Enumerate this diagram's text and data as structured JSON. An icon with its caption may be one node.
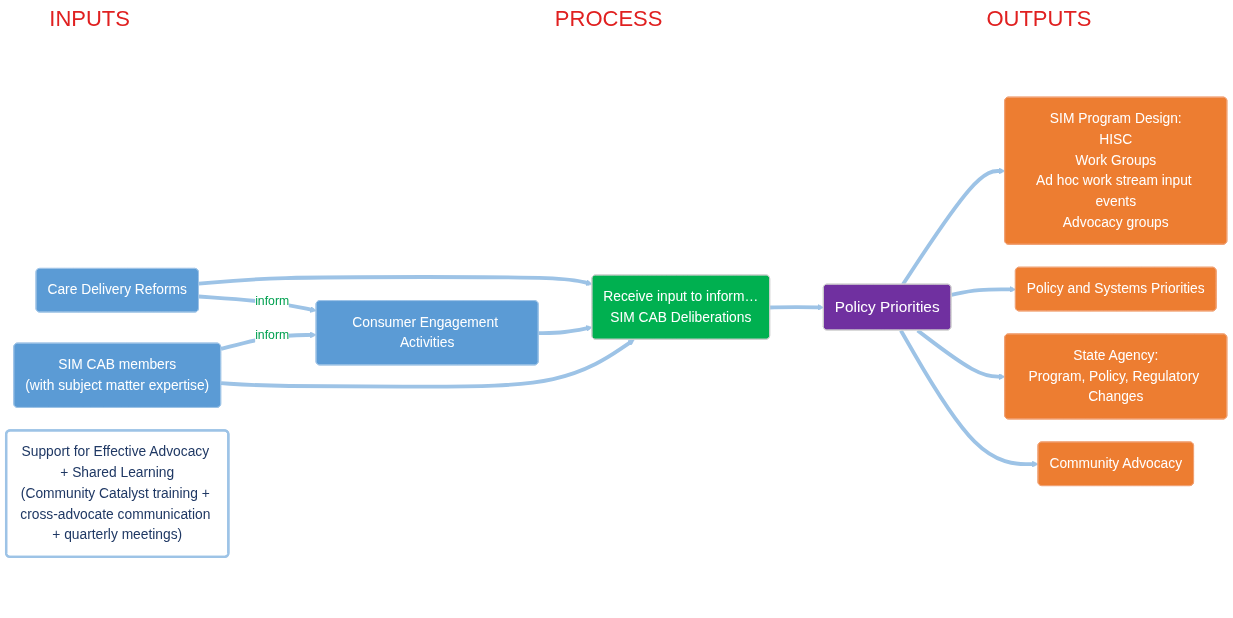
{
  "diagram": {
    "nodes": [
      {
        "text": [
          "Care Delivery Reforms"
        ]
      },
      {
        "text": [
          "Consumer Engagement Activities"
        ]
      },
      {
        "text": [
          "SIM CAB members",
          "(with subject matter expertise)"
        ]
      },
      {
        "text": [
          "Receive input to inform…",
          "SIM CAB Deliberations"
        ]
      },
      {
        "text": [
          "Policy Priorities"
        ]
      },
      {
        "text": [
          "SIM Program Design:",
          "HISC",
          "Work Groups",
          "Ad hoc work stream input events",
          "Advocacy groups"
        ]
      },
      {
        "text": [
          "Policy and Systems Priorities"
        ]
      },
      {
        "text": [
          "State Agency:",
          "Program, Policy, Regulatory Changes"
        ]
      },
      {
        "text": [
          "Community Advocacy"
        ]
      },
      {
        "text": [
          "Support for Effective Advocacy + Shared Learning",
          "(Community Catalyst training + cross-advocate communication + quarterly meetings)"
        ]
      }
    ],
    "edges": [
      {
        "from": 0,
        "to": 1,
        "arrow": "to",
        "label": "inform"
      },
      {
        "from": 2,
        "to": 1,
        "arrow": "to",
        "label": "inform"
      },
      {
        "from": 0,
        "to": 3,
        "arrow": "to"
      },
      {
        "from": 1,
        "to": 3,
        "arrow": "to"
      },
      {
        "from": 2,
        "to": 3,
        "arrow": "to"
      },
      {
        "from": 3,
        "to": 4,
        "arrow": "to"
      },
      {
        "from": 4,
        "to": 5,
        "arrow": "to"
      },
      {
        "from": 4,
        "to": 6,
        "arrow": "to"
      },
      {
        "from": 4,
        "to": 7,
        "arrow": "to"
      },
      {
        "from": 4,
        "to": 8,
        "arrow": "to"
      }
    ],
    "labels": [
      "INPUTS",
      "PROCESS",
      "OUTPUTS"
    ]
  }
}
